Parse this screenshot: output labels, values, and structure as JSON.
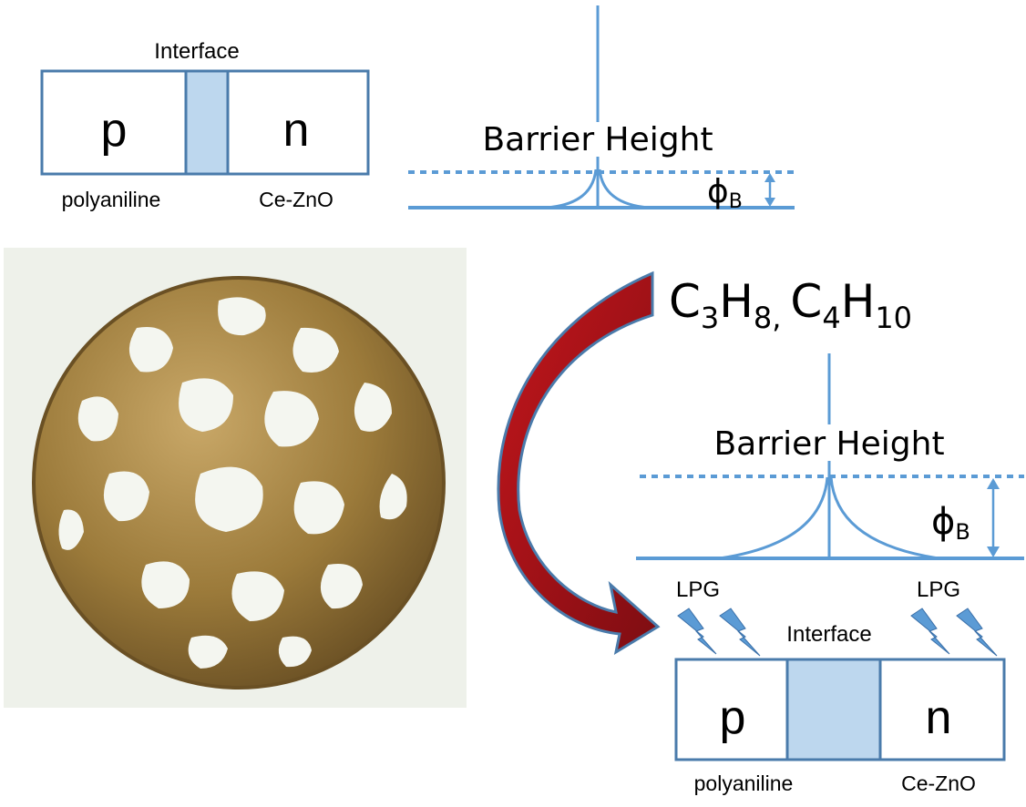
{
  "top_junction": {
    "interface_label": "Interface",
    "p_label": "p",
    "n_label": "n",
    "left_material": "polyaniline",
    "right_material": "Ce-ZnO"
  },
  "top_barrier": {
    "title": "Barrier Height",
    "phi": "ϕ",
    "phi_sub": "B"
  },
  "gases": {
    "c3": "C",
    "c3_sub": "3",
    "h8": "H",
    "h8_sub": "8,",
    "c4": "C",
    "c4_sub": "4",
    "h10": "H",
    "h10_sub": "10"
  },
  "bottom_barrier": {
    "title": "Barrier Height",
    "phi": "ϕ",
    "phi_sub": "B"
  },
  "bottom_junction": {
    "lpg_left": "LPG",
    "lpg_right": "LPG",
    "interface_label": "Interface",
    "p_label": "p",
    "n_label": "n",
    "left_material": "polyaniline",
    "right_material": "Ce-ZnO"
  },
  "colors": {
    "frame": "#4a7bab",
    "line": "#5b9bd5",
    "interface_fill": "#bdd7ee",
    "arrow": "#a3121b",
    "bolt": "#5b9bd5",
    "sphere": "#9b7a3a"
  }
}
